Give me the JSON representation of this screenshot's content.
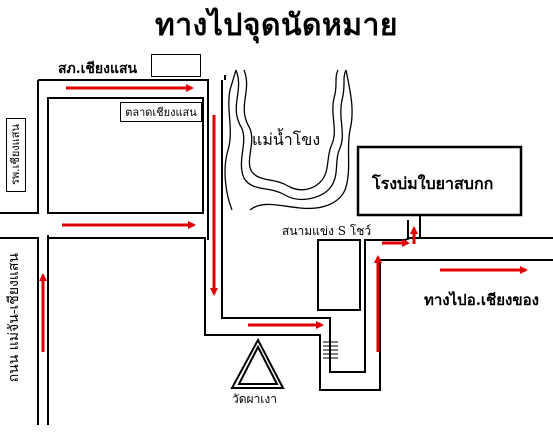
{
  "title": "ทางไปจุดนัดหมาย",
  "places": {
    "police_station": "สภ.เชียงแสน",
    "market": "ตลาดเชียงแสน",
    "hospital": "รพ.เชียงแสน",
    "river": "แม่น้ำโขง",
    "tobacco_factory": "โรงบ่มใบยาสบกก",
    "race_track": "สนามแข่ง S โชว์",
    "temple": "วัดผาเงา"
  },
  "roads": {
    "mae_chan_road": "ถนน แม่จัน-เชียงแสน",
    "to_chiang_khong": "ทางไปอ.เชียงของ"
  },
  "colors": {
    "road": "#000000",
    "arrow": "#e00000",
    "background": "#ffffff"
  }
}
